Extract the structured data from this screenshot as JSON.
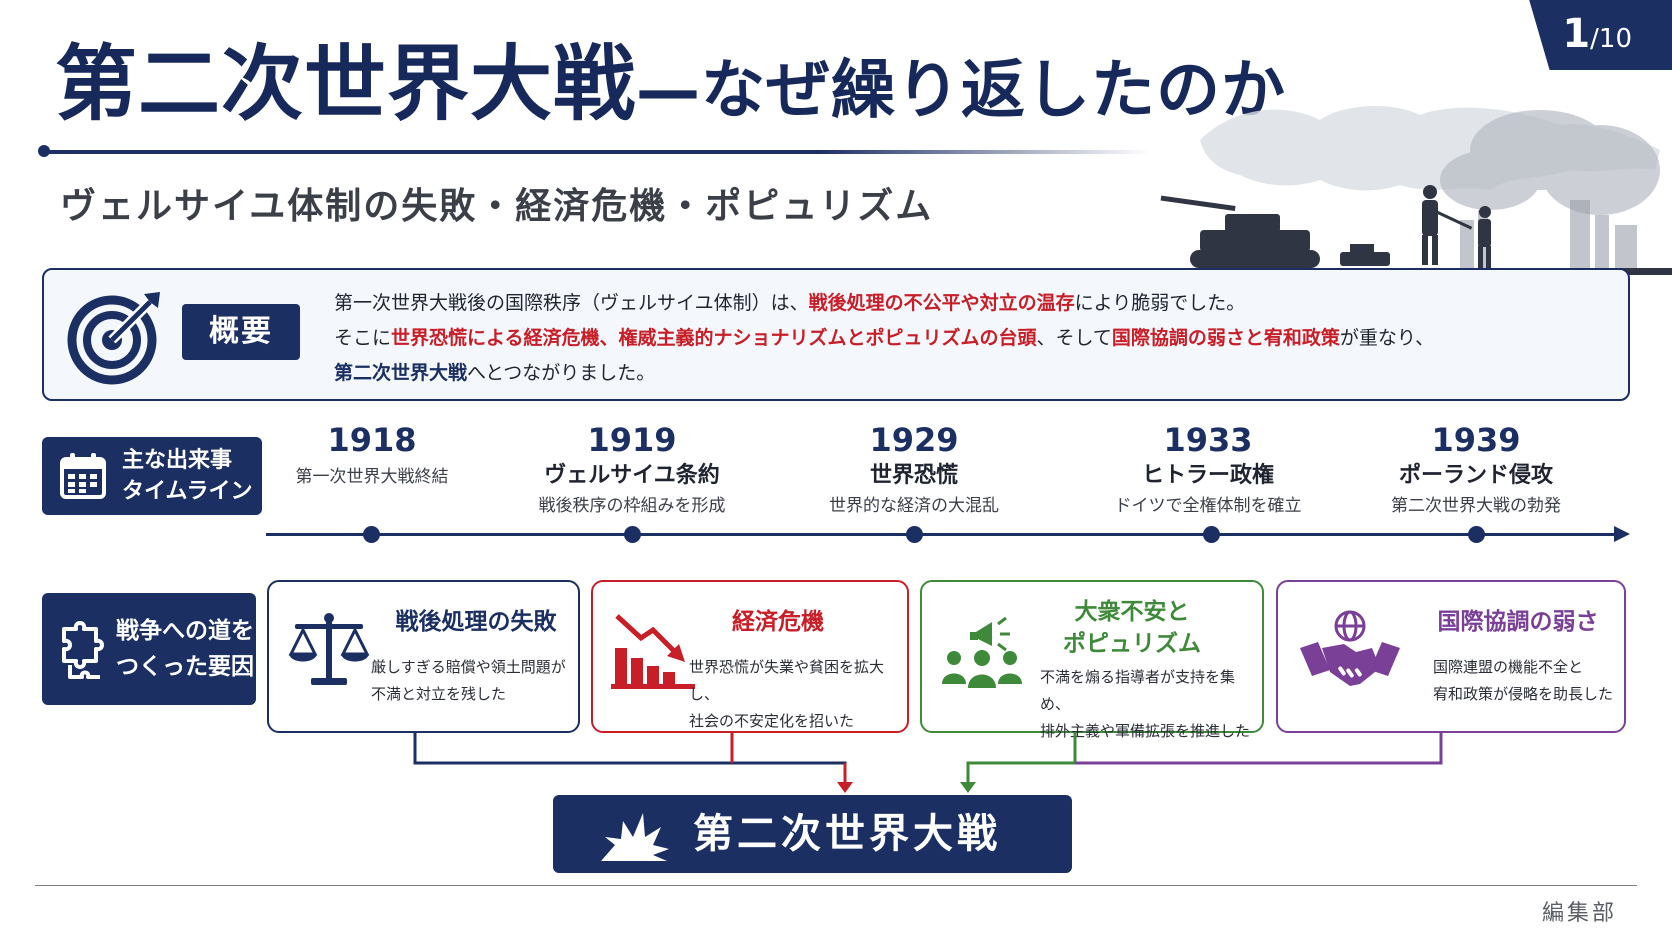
{
  "header": {
    "title_main": "第二次世界大戦",
    "title_dash": "—",
    "title_sub": "なぜ繰り返したのか",
    "subtitle": "ヴェルサイユ体制の失敗・経済危機・ポピュリズム",
    "page_current": "1",
    "page_total": "/10"
  },
  "summary": {
    "label": "概要",
    "icon": "target-icon",
    "line1_a": "第一次世界大戦後の国際秩序（ヴェルサイユ体制）は、",
    "line1_b": "戦後処理の不公平や対立の温存",
    "line1_c": "により脆弱でした。",
    "line2_a": "そこに",
    "line2_b": "世界恐慌による経済危機、権威主義的ナショナリズムとポピュリズムの台頭",
    "line2_c": "、そして",
    "line2_d": "国際協調の弱さと宥和政策",
    "line2_e": "が重なり、",
    "line3_a": "第二次世界大戦",
    "line3_b": "へとつながりました。"
  },
  "timeline": {
    "label_line1": "主な出来事",
    "label_line2": "タイムライン",
    "icon": "calendar-icon",
    "events": [
      {
        "year": "1918",
        "name": "第一次世界大戦終結",
        "desc": ""
      },
      {
        "year": "1919",
        "name": "ヴェルサイユ条約",
        "desc": "戦後秩序の枠組みを形成"
      },
      {
        "year": "1929",
        "name": "世界恐慌",
        "desc": "世界的な経済の大混乱"
      },
      {
        "year": "1933",
        "name": "ヒトラー政権",
        "desc": "ドイツで全権体制を確立"
      },
      {
        "year": "1939",
        "name": "ポーランド侵攻",
        "desc": "第二次世界大戦の勃発"
      }
    ]
  },
  "causes": {
    "label_line1": "戦争への道を",
    "label_line2": "つくった要因",
    "icon": "puzzle-icon",
    "cards": [
      {
        "title": "戦後処理の失敗",
        "desc1": "厳しすぎる賠償や領土問題が",
        "desc2": "不満と対立を残した",
        "icon": "scales-icon",
        "color": "#1b2f63"
      },
      {
        "title": "経済危機",
        "desc1": "世界恐慌が失業や貧困を拡大し、",
        "desc2": "社会の不安定化を招いた",
        "icon": "declining-chart-icon",
        "color": "#c81e28"
      },
      {
        "title_line1": "大衆不安と",
        "title_line2": "ポピュリズム",
        "desc1": "不満を煽る指導者が支持を集め、",
        "desc2": "排外主義や軍備拡張を推進した",
        "icon": "crowd-megaphone-icon",
        "color": "#3f8a3a"
      },
      {
        "title": "国際協調の弱さ",
        "desc1": "国際連盟の機能不全と",
        "desc2": "宥和政策が侵略を助長した",
        "icon": "handshake-globe-icon",
        "color": "#7a3f96"
      }
    ]
  },
  "result": {
    "label": "第二次世界大戦",
    "icon": "explosion-icon"
  },
  "footer": {
    "text": "編集部"
  }
}
